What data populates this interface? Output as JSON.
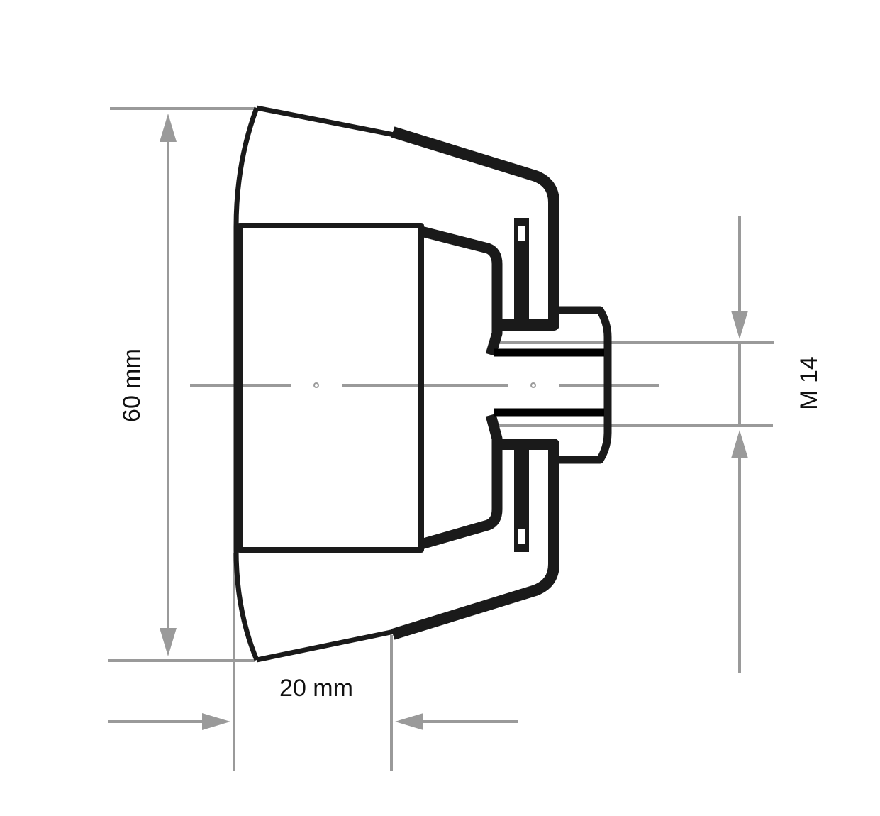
{
  "dimensions": {
    "diameter": "60 mm",
    "height": "20 mm",
    "thread": "M 14"
  },
  "colors": {
    "outline": "#1a1a1a",
    "dimension_lines": "#9a9a9a"
  }
}
